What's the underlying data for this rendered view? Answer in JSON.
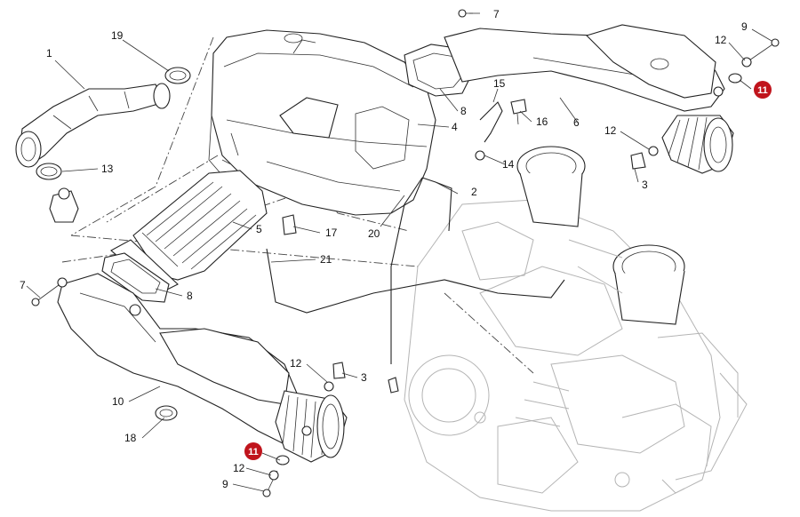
{
  "callouts": {
    "c1": "1",
    "c2": "2",
    "c3a": "3",
    "c3b": "3",
    "c4": "4",
    "c5": "5",
    "c6": "6",
    "c7a": "7",
    "c7b": "7",
    "c8a": "8",
    "c8b": "8",
    "c9a": "9",
    "c9b": "9",
    "c10": "10",
    "c11a": "11",
    "c11b": "11",
    "c12a": "12",
    "c12b": "12",
    "c12c": "12",
    "c12d": "12",
    "c13": "13",
    "c14": "14",
    "c15": "15",
    "c16": "16",
    "c17": "17",
    "c18": "18",
    "c19": "19",
    "c20": "20",
    "c21": "21"
  },
  "colors": {
    "highlight_badge": "#c0141c",
    "line": "#222222",
    "ghost_engine": "#b4b4b4"
  }
}
